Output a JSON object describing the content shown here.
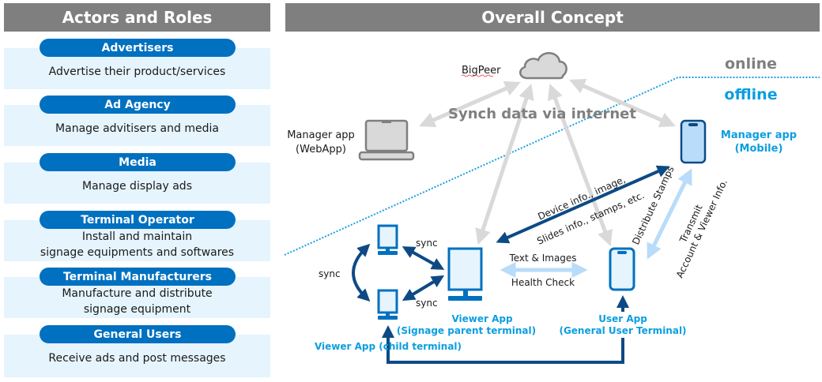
{
  "headers": {
    "left": "Actors and Roles",
    "right": "Overall Concept"
  },
  "roles": [
    {
      "name": "Advertisers",
      "desc": [
        "Advertise their product/services"
      ]
    },
    {
      "name": "Ad Agency",
      "desc": [
        "Manage advitisers and media"
      ]
    },
    {
      "name": "Media",
      "desc": [
        "Manage display ads"
      ]
    },
    {
      "name": "Terminal Operator",
      "desc": [
        "Install and maintain",
        "signage equipments and softwares"
      ]
    },
    {
      "name": "Terminal Manufacturers",
      "desc": [
        "Manufacture and distribute",
        "signage equipment"
      ]
    },
    {
      "name": "General Users",
      "desc": [
        "Receive ads and post messages"
      ]
    }
  ],
  "concept": {
    "cloud_label": "BigPeer",
    "sync_label": "Synch data via internet",
    "online_label": "online",
    "offline_label": "offline",
    "web_manager": [
      "Manager app",
      "(WebApp)"
    ],
    "mobile_manager": [
      "Manager app",
      "(Mobile)"
    ],
    "device_info": [
      "Device info., image,",
      "Slides info., stamps, etc."
    ],
    "distribute": "Distribute Stamps",
    "transmit": [
      "Transmit",
      "Account & Viewer Info."
    ],
    "text_images": "Text & Images",
    "health_check": "Health Check",
    "sync": "sync",
    "viewer_parent": [
      "Viewer App",
      "(Signage parent terminal)"
    ],
    "viewer_child": "Viewer App (child terminal)",
    "user_app": [
      "User App",
      "(General User Terminal)"
    ]
  },
  "colors": {
    "header": "#7f7f7f",
    "pill": "#0070c0",
    "role_bg": "#e5f4fd",
    "dark_arrow": "#0d4a85",
    "light_arrow": "#b8dcfa",
    "gray_arrow": "#d9d9d9",
    "accent_text": "#0b9ee0"
  }
}
